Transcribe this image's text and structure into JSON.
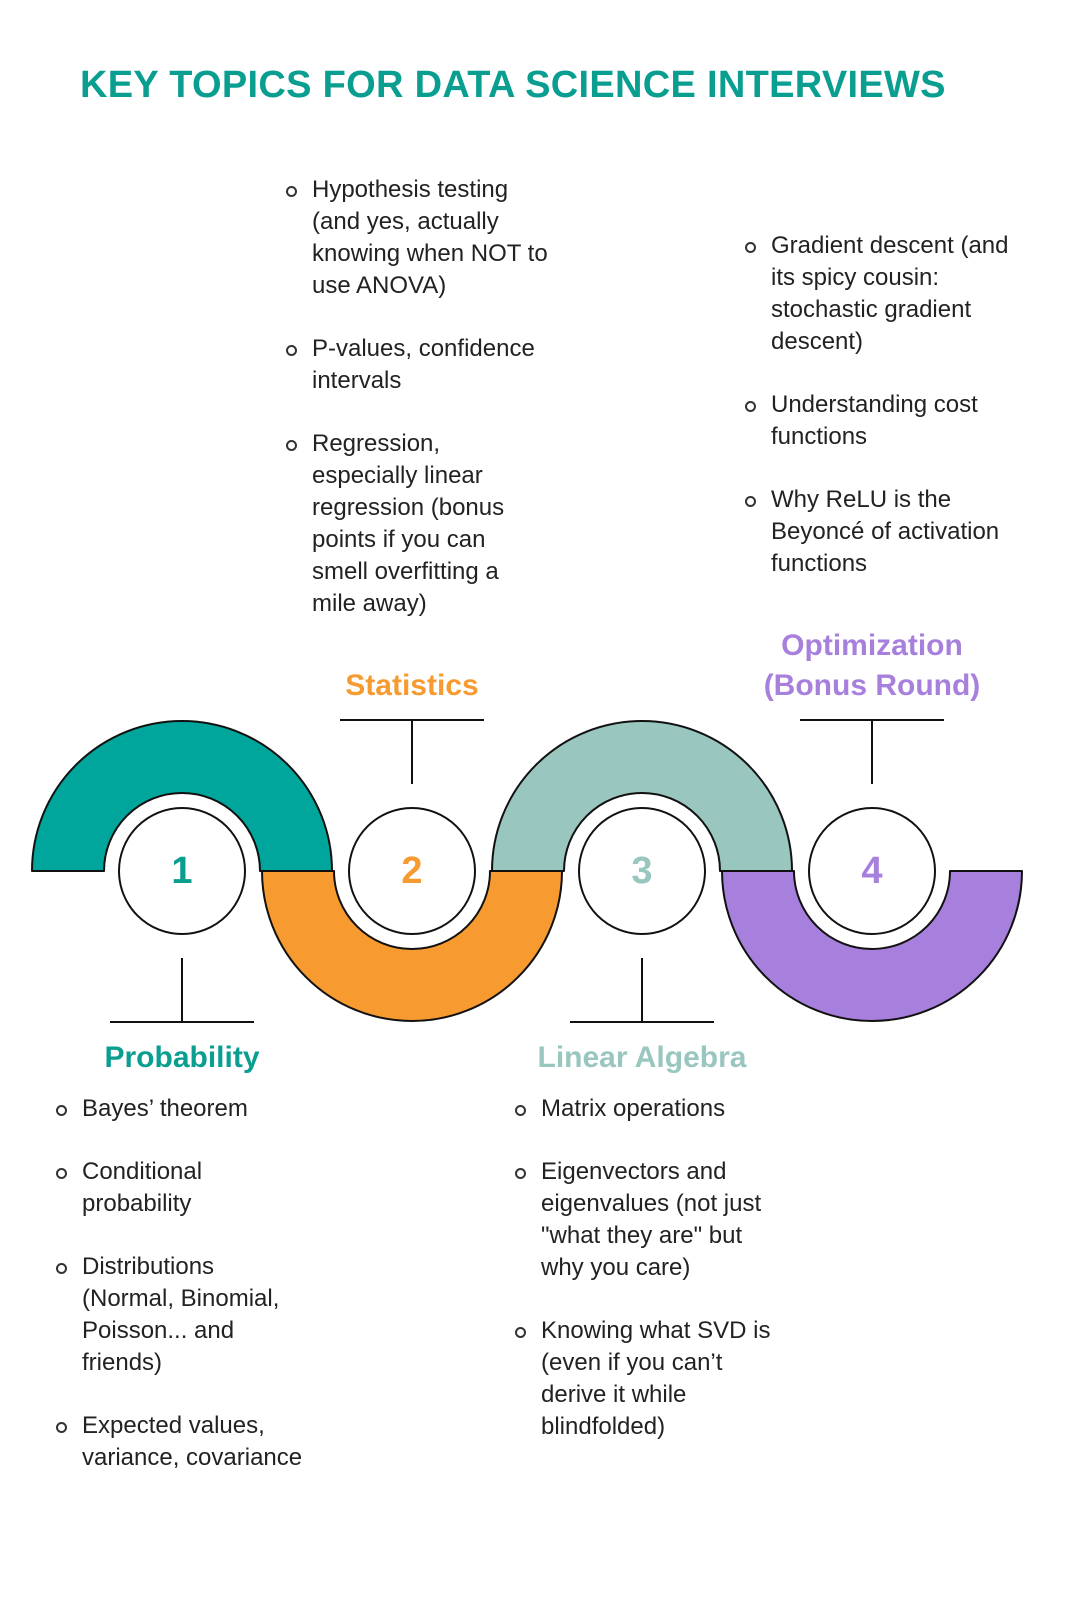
{
  "title": "KEY TOPICS FOR DATA SCIENCE INTERVIEWS",
  "colors": {
    "title": "#0a9e91",
    "teal": "#00a69c",
    "orange": "#f79a30",
    "light_teal": "#9ac6c0",
    "purple": "#a77fdc"
  },
  "steps": [
    {
      "number": "1",
      "heading": "Probability",
      "color": "#0a9e91",
      "items": [
        "Bayes’ theorem",
        "Conditional probability",
        "Distributions (Normal, Binomial, Poisson... and friends)",
        "Expected values, variance, covariance"
      ]
    },
    {
      "number": "2",
      "heading": "Statistics",
      "color": "#f79a30",
      "items": [
        "Hypothesis testing (and yes, actually knowing when NOT to use ANOVA)",
        "P-values, confidence intervals",
        "Regression, especially linear regression (bonus points if you can smell overfitting a mile away)"
      ]
    },
    {
      "number": "3",
      "heading": "Linear Algebra",
      "color": "#9ac6c0",
      "items": [
        "Matrix operations",
        "Eigenvectors and eigenvalues (not just \"what they are\" but why you care)",
        "Knowing what SVD is (even if you can’t derive it while blindfolded)"
      ]
    },
    {
      "number": "4",
      "heading_line1": "Optimization",
      "heading_line2": "(Bonus Round)",
      "color": "#a77fdc",
      "items": [
        "Gradient descent (and its spicy cousin: stochastic gradient descent)",
        "Understanding cost functions",
        "Why ReLU is the Beyoncé of activation functions"
      ]
    }
  ]
}
